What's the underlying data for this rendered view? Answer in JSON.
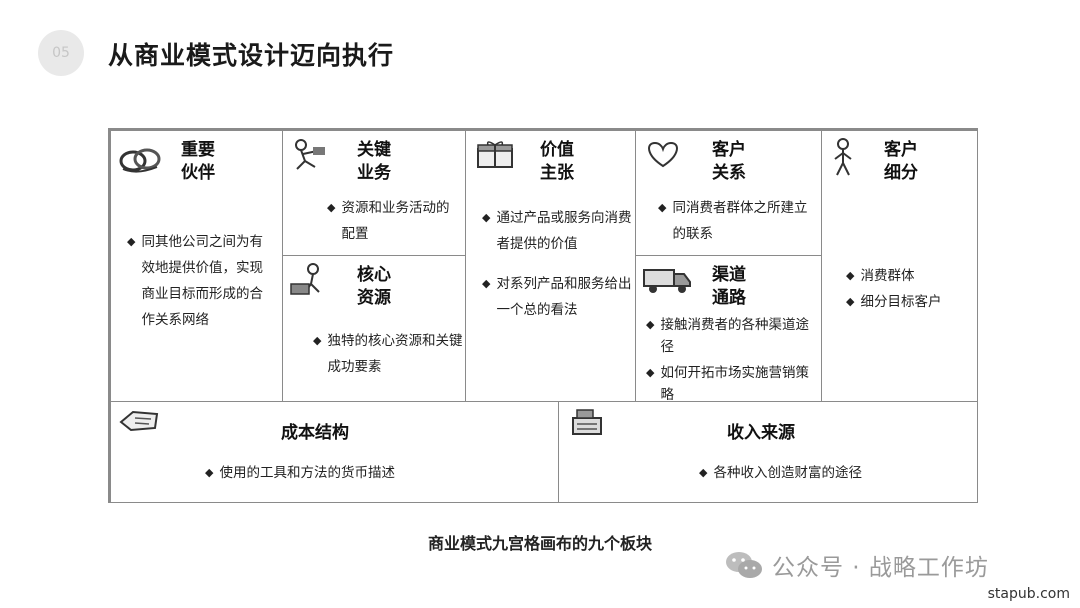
{
  "slide": {
    "number": "05",
    "title": "从商业模式设计迈向执行"
  },
  "cells": {
    "partners": {
      "title": "重要\n伙伴",
      "bullets": [
        "同其他公司之间为有效地提供价值，实现商业目标而形成的合作关系网络"
      ],
      "icon": "handshake-rings-icon"
    },
    "activities": {
      "title": "关键\n业务",
      "bullets": [
        "资源和业务活动的配置"
      ],
      "icon": "worker-icon"
    },
    "resources": {
      "title": "核心\n资源",
      "bullets": [
        "独特的核心资源和关键成功要素"
      ],
      "icon": "person-lifting-icon"
    },
    "value": {
      "title": "价值\n主张",
      "bullets": [
        "通过产品或服务向消费者提供的价值",
        "对系列产品和服务给出一个总的看法"
      ],
      "icon": "gift-icon"
    },
    "relationships": {
      "title": "客户\n关系",
      "bullets": [
        "同消费者群体之所建立的联系"
      ],
      "icon": "heart-icon"
    },
    "channels": {
      "title": "渠道\n通路",
      "bullets": [
        "接触消费者的各种渠道途径",
        "如何开拓市场实施营销策略"
      ],
      "icon": "truck-icon"
    },
    "segments": {
      "title": "客户\n细分",
      "bullets": [
        "消费群体",
        "细分目标客户"
      ],
      "icon": "person-standing-icon"
    },
    "cost": {
      "title": "成本结构",
      "bullets": [
        "使用的工具和方法的货币描述"
      ],
      "icon": "price-tag-icon"
    },
    "revenue": {
      "title": "收入来源",
      "bullets": [
        "各种收入创造财富的途径"
      ],
      "icon": "cash-register-icon"
    }
  },
  "caption": "商业模式九宫格画布的九个板块",
  "watermark": {
    "text": "公众号 · 战略工作坊",
    "icon": "wechat-icon"
  },
  "site": "stapub.com",
  "colors": {
    "border": "#8a8a8a",
    "badge": "#e9e9e9",
    "watermark": "#9a9a9a"
  }
}
